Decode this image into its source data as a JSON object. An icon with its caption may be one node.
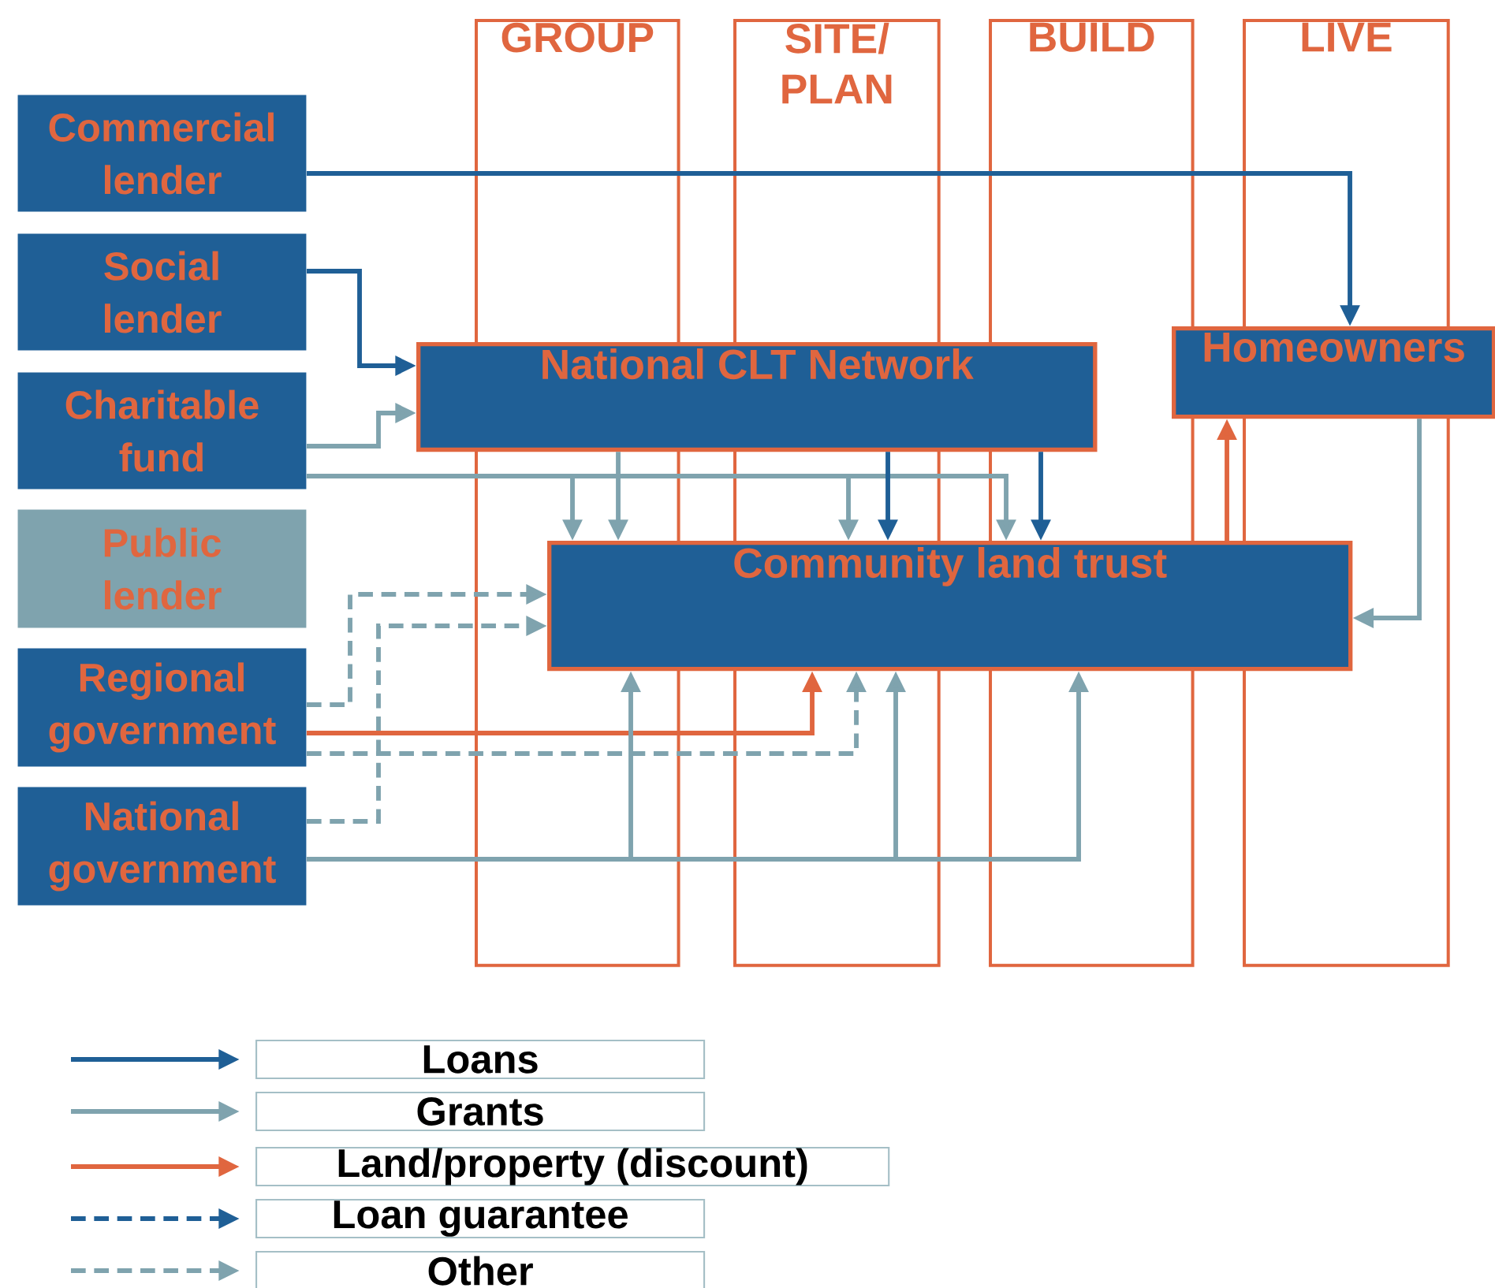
{
  "diagram": {
    "nodes": [
      {
        "text": [
          "Commercial lender"
        ]
      },
      {
        "text": [
          "Social lender"
        ]
      },
      {
        "text": [
          "Charitable fund"
        ]
      },
      {
        "text": [
          "Public lender"
        ]
      },
      {
        "text": [
          "Regional government"
        ]
      },
      {
        "text": [
          "National government"
        ]
      },
      {
        "text": [
          "National CLT Network"
        ]
      },
      {
        "text": [
          "Homeowners"
        ]
      },
      {
        "text": [
          "Community land trust"
        ]
      }
    ],
    "edges": [
      {
        "from": 0,
        "to": 7,
        "arrow": "to",
        "color": "#1f5f96"
      },
      {
        "from": 1,
        "to": 6,
        "arrow": "to",
        "color": "#1f5f96"
      },
      {
        "from": 2,
        "to": 6,
        "arrow": "to",
        "color": "#7fa3ae"
      },
      {
        "from": 2,
        "to": 8,
        "arrow": "to",
        "color": "#7fa3ae"
      },
      {
        "from": 2,
        "to": 8,
        "arrow": "to",
        "color": "#7fa3ae"
      },
      {
        "from": 2,
        "to": 8,
        "arrow": "to",
        "color": "#7fa3ae"
      },
      {
        "from": 6,
        "to": 8,
        "arrow": "to",
        "color": "#7fa3ae"
      },
      {
        "from": 6,
        "to": 8,
        "arrow": "to",
        "color": "#1f5f96"
      },
      {
        "from": 6,
        "to": 8,
        "arrow": "to",
        "color": "#1f5f96"
      },
      {
        "from": 4,
        "to": 8,
        "arrow": "to",
        "style": "dashed",
        "color": "#7fa3ae"
      },
      {
        "from": 5,
        "to": 8,
        "arrow": "to",
        "style": "dashed",
        "color": "#7fa3ae"
      },
      {
        "from": 4,
        "to": 8,
        "arrow": "to",
        "color": "#e0663f"
      },
      {
        "from": 4,
        "to": 8,
        "arrow": "to",
        "style": "dashed",
        "color": "#7fa3ae"
      },
      {
        "from": 5,
        "to": 8,
        "arrow": "to",
        "color": "#7fa3ae"
      },
      {
        "from": 5,
        "to": 8,
        "arrow": "to",
        "color": "#7fa3ae"
      },
      {
        "from": 5,
        "to": 8,
        "arrow": "to",
        "color": "#7fa3ae"
      },
      {
        "from": 8,
        "to": 7,
        "arrow": "to",
        "color": "#e0663f"
      },
      {
        "from": 7,
        "to": 8,
        "arrow": "to",
        "color": "#7fa3ae"
      }
    ],
    "labels": [
      "GROUP",
      "SITE/PLAN",
      "BUILD",
      "LIVE"
    ],
    "legend": [
      {
        "text": "Loans"
      },
      {
        "text": "Grants"
      },
      {
        "text": "Land/property (discount)"
      },
      {
        "text": "Loan guarantee"
      },
      {
        "text": "Other"
      }
    ]
  }
}
